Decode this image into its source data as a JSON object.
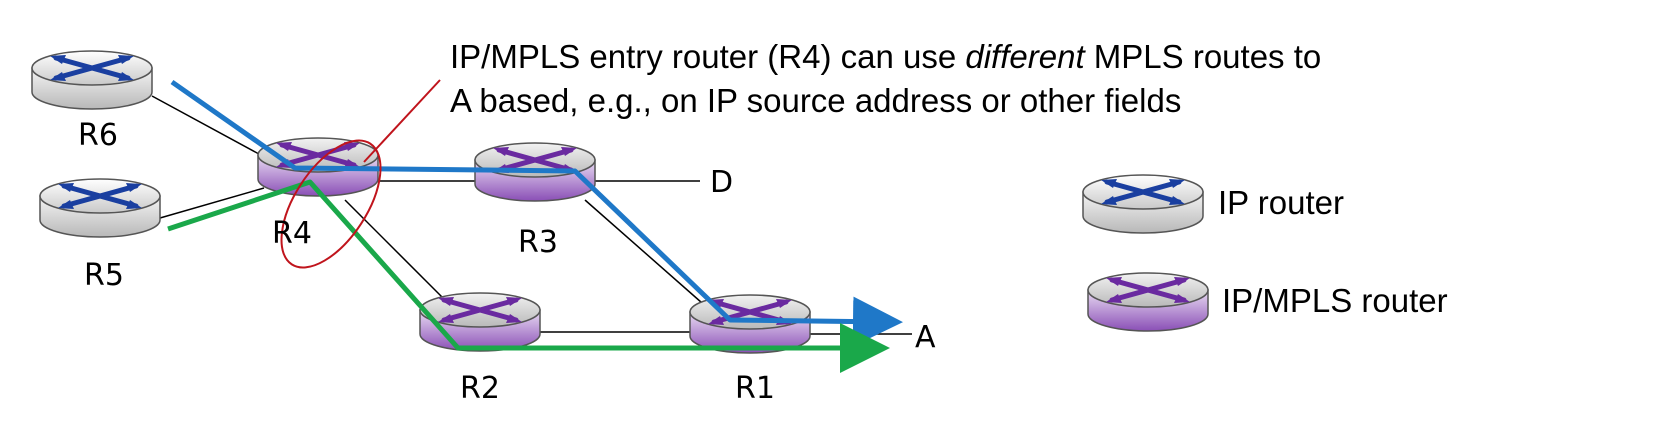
{
  "annotation": {
    "line1_before": "IP/MPLS entry router (R4)  can use ",
    "line1_emph": "different",
    "line1_after": " MPLS routes to",
    "line2": "A based, e.g., on IP source address or other fields"
  },
  "routers": {
    "r1": "R1",
    "r2": "R2",
    "r3": "R3",
    "r4": "R4",
    "r5": "R5",
    "r6": "R6"
  },
  "destinations": {
    "d": "D",
    "a": "A"
  },
  "legend": {
    "ip_router": "IP router",
    "mpls_router": "IP/MPLS router"
  },
  "colors": {
    "blue_route": "#1f78c8",
    "green_route": "#1aa84a",
    "highlight_ellipse": "#c0141c",
    "ip_router_icon": "#1a3fa0",
    "mpls_router_icon": "#6a2aa0"
  },
  "icons": {
    "ip_router": "router-icon",
    "mpls_router": "mpls-router-icon"
  }
}
